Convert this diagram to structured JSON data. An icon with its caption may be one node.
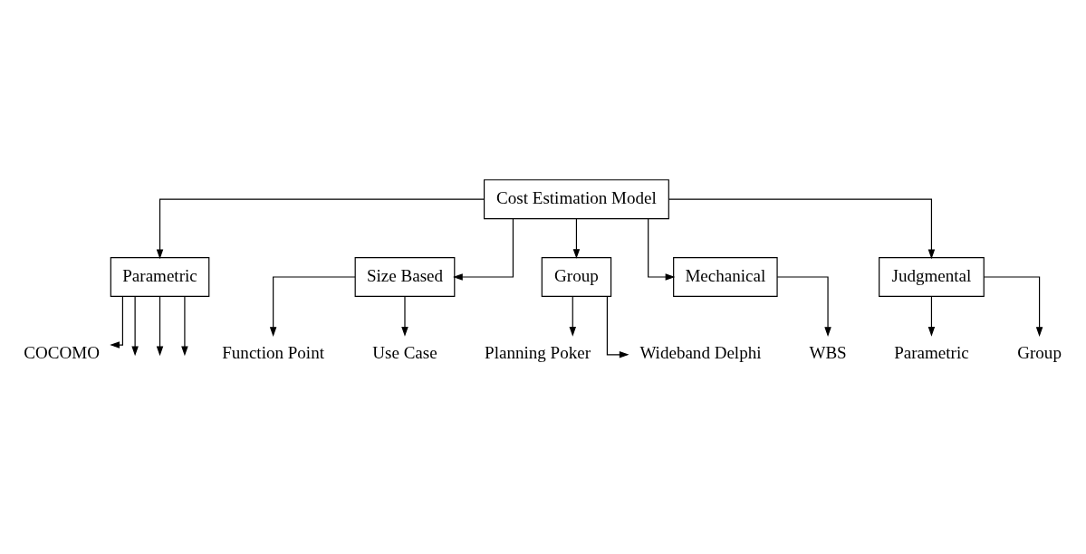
{
  "diagram": {
    "nodes": [
      {
        "text": [
          "Cost Estimation Model"
        ]
      },
      {
        "text": [
          "Parametric"
        ]
      },
      {
        "text": [
          "Size Based"
        ]
      },
      {
        "text": [
          "Group"
        ]
      },
      {
        "text": [
          "Mechanical"
        ]
      },
      {
        "text": [
          "Judgmental"
        ]
      },
      {
        "text": [
          "COCOMO"
        ]
      },
      {
        "text": [
          "Function Point"
        ]
      },
      {
        "text": [
          "Use Case"
        ]
      },
      {
        "text": [
          "Planning Poker"
        ]
      },
      {
        "text": [
          "Wideband Delphi"
        ]
      },
      {
        "text": [
          "WBS"
        ]
      },
      {
        "text": [
          "Parametric"
        ]
      },
      {
        "text": [
          "Group"
        ]
      }
    ],
    "edges": [
      {
        "from": 0,
        "to": 1,
        "arrow": "to"
      },
      {
        "from": 0,
        "to": 2,
        "arrow": "to"
      },
      {
        "from": 0,
        "to": 3,
        "arrow": "to"
      },
      {
        "from": 0,
        "to": 4,
        "arrow": "to"
      },
      {
        "from": 0,
        "to": 5,
        "arrow": "to"
      },
      {
        "from": 1,
        "to": 6,
        "arrow": "to"
      },
      {
        "from": 1,
        "to": null,
        "arrow": "to"
      },
      {
        "from": 1,
        "to": null,
        "arrow": "to"
      },
      {
        "from": 1,
        "to": null,
        "arrow": "to"
      },
      {
        "from": 2,
        "to": 7,
        "arrow": "to"
      },
      {
        "from": 2,
        "to": 8,
        "arrow": "to"
      },
      {
        "from": 3,
        "to": 9,
        "arrow": "to"
      },
      {
        "from": 3,
        "to": 10,
        "arrow": "to"
      },
      {
        "from": 4,
        "to": 11,
        "arrow": "to"
      },
      {
        "from": 5,
        "to": 12,
        "arrow": "to"
      },
      {
        "from": 5,
        "to": 13,
        "arrow": "to"
      }
    ]
  }
}
